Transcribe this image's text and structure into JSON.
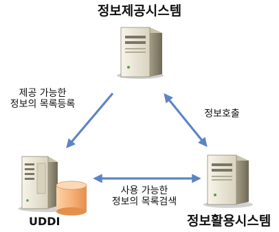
{
  "nodes": {
    "provider": {
      "label": "정보제공시스템"
    },
    "consumer": {
      "label": "정보활용시스템"
    },
    "registry": {
      "label": "UDDI"
    }
  },
  "edges": {
    "publish": {
      "line1": "제공 가능한",
      "line2": "정보의 목록등록"
    },
    "invoke": {
      "label": "정보호출"
    },
    "search": {
      "line1": "사용 가능한",
      "line2": "정보의 목록검색"
    }
  },
  "colors": {
    "arrow": "#5b84c4",
    "server_body": "#e8e3d3",
    "server_shadow": "#8f8873",
    "database": "#f7b27a"
  }
}
